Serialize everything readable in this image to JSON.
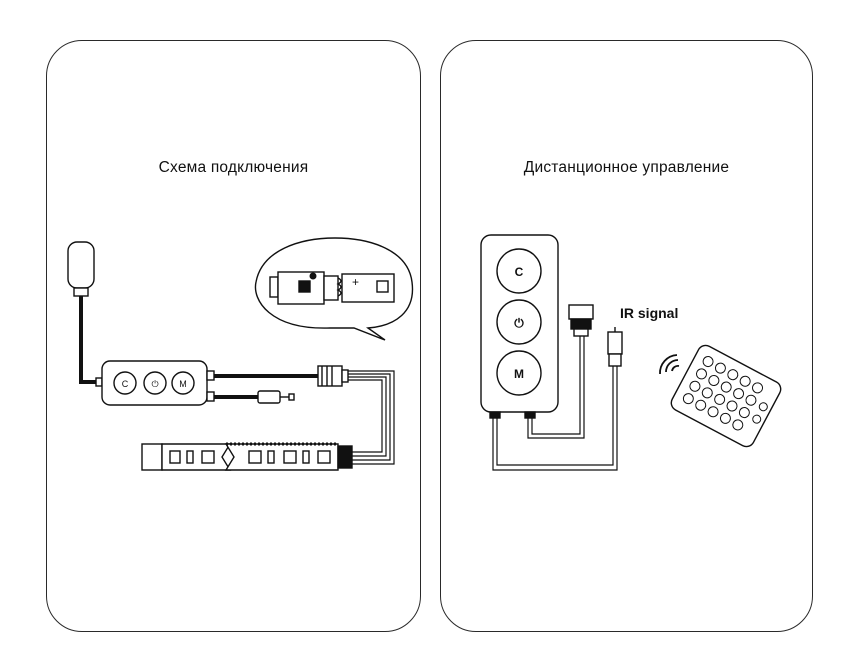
{
  "panels": {
    "left": {
      "title": "Схема подключения"
    },
    "right": {
      "title": "Дистанционное управление"
    }
  },
  "controller_buttons": [
    "C",
    "⏻",
    "M"
  ],
  "right_controller_buttons": [
    "C",
    "⏻",
    "M"
  ],
  "ir_label": "IR signal",
  "callout_plus": "+",
  "icons": [
    "usb-plug-icon",
    "controller-icon",
    "connector-icon",
    "ir-receiver-icon",
    "led-strip-icon",
    "remote-control-icon",
    "signal-waves-icon",
    "speech-bubble-icon"
  ]
}
